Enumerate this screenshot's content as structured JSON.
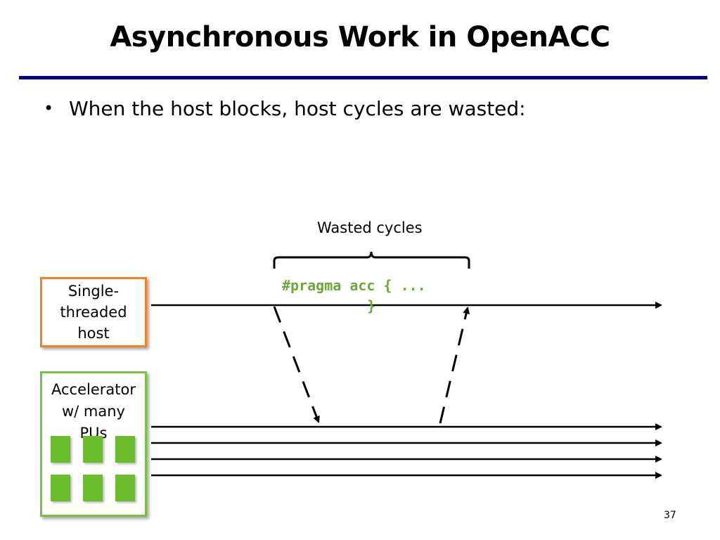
{
  "slide": {
    "title": "Asynchronous Work in OpenACC",
    "bullet": "When the host blocks, host cycles are wasted:",
    "page_number": "37"
  },
  "diagram": {
    "wasted_label": "Wasted cycles",
    "pragma_line1": "#pragma acc { ...",
    "pragma_line2": "}",
    "host_label_lines": [
      "Single-",
      "threaded",
      "host"
    ],
    "accelerator_label_lines": [
      "Accelerator",
      "w/ many",
      "PUs"
    ],
    "colors": {
      "title_rule": "#00008b",
      "host_border": "#f58220",
      "accelerator_border": "#7ac143",
      "pu_fill": "#6cbd2c",
      "pragma_text": "#6aaa3a"
    }
  }
}
